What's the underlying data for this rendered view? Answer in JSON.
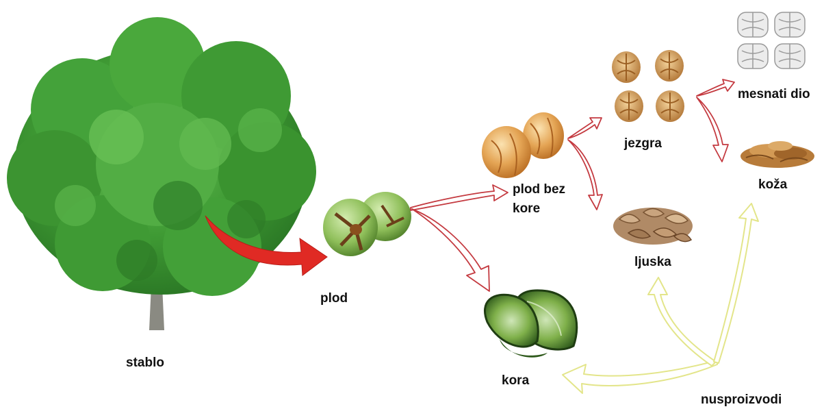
{
  "labels": {
    "tree": "stablo",
    "fruit": "plod",
    "fruit_no_husk_line1": "plod bez",
    "fruit_no_husk_line2": "kore",
    "husk": "kora",
    "kernel": "jezgra",
    "shell": "ljuska",
    "meat": "mesnati dio",
    "skin": "koža",
    "byproducts": "nusproizvodi"
  },
  "colors": {
    "tree_leaves": "#3f9a34",
    "tree_trunk": "#8a8a82",
    "main_arrow": "#e02a24",
    "process_arrow_outline": "#c43a40",
    "byproduct_arrow_outline": "#e6e890",
    "green_husk": "#6ea23c",
    "walnut_shell": "#e4a454",
    "kernel": "#c9944e",
    "meat": "#e6e6e6",
    "skin": "#b77b3a",
    "shell_pieces": "#b08a66"
  }
}
